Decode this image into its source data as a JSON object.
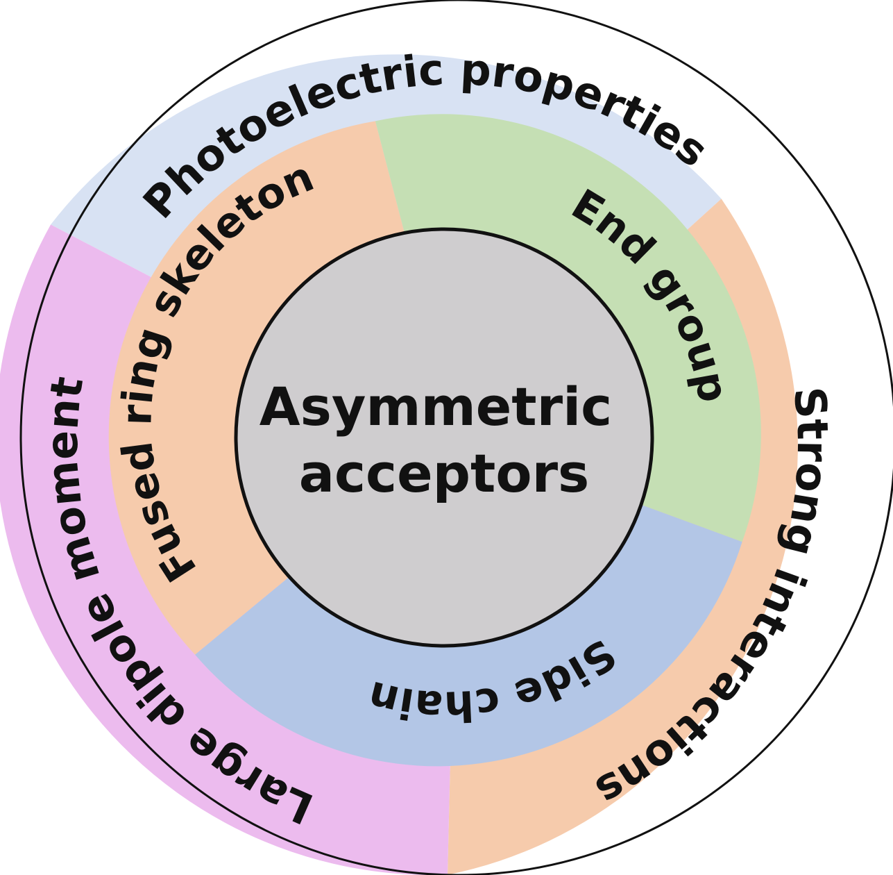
{
  "center": {
    "line1": "Asymmetric",
    "line2": "acceptors",
    "color": "#cfcdcf"
  },
  "outer_ring": [
    {
      "label": "Photoelectric properties",
      "color": "#d8e2f3"
    },
    {
      "label": "Strong interactions",
      "color": "#f6cbac"
    },
    {
      "label": "Large dipole moment",
      "color": "#ecbbee"
    }
  ],
  "inner_ring": [
    {
      "label": "Fused ring skeleton",
      "color": "#f6cbac"
    },
    {
      "label": "End group",
      "color": "#c5dfb4"
    },
    {
      "label": "Side chain",
      "color": "#b3c6e6"
    }
  ],
  "outline_color": "#111111"
}
